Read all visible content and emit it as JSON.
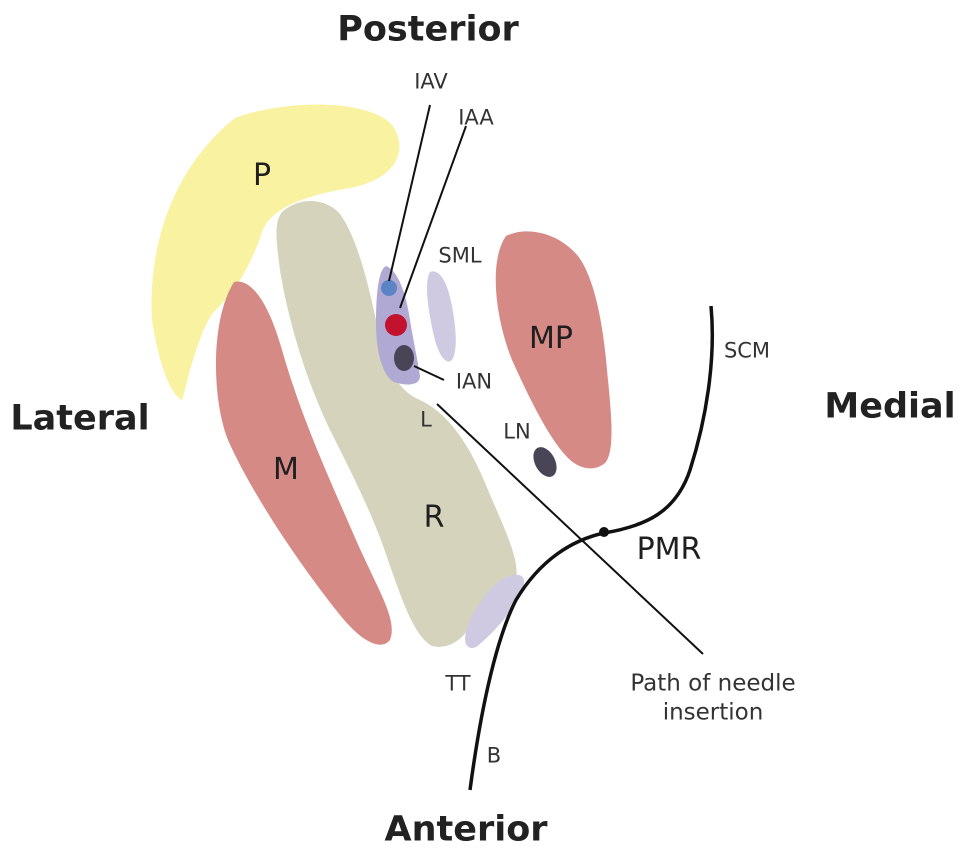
{
  "orientation": {
    "posterior": "Posterior",
    "anterior": "Anterior",
    "lateral": "Lateral",
    "medial": "Medial"
  },
  "structures": {
    "p": "P",
    "m": "M",
    "r": "R",
    "l": "L",
    "mp": "MP",
    "sml": "SML",
    "tt": "TT",
    "ln": "LN",
    "iav": "IAV",
    "iaa": "IAA",
    "ian": "IAN",
    "scm": "SCM",
    "pmr": "PMR",
    "b": "B"
  },
  "needle_note": {
    "line1": "Path of needle",
    "line2": "insertion"
  },
  "colors": {
    "parotid": "#f9f2a0",
    "muscle": "#d68a86",
    "bone": "#d6d3bd",
    "ligament": "#cfc9e2",
    "sheath": "#b0a9d4",
    "vein": "#5b84c4",
    "artery": "#c2122e",
    "nerve": "#4a4457",
    "line": "#111111"
  }
}
